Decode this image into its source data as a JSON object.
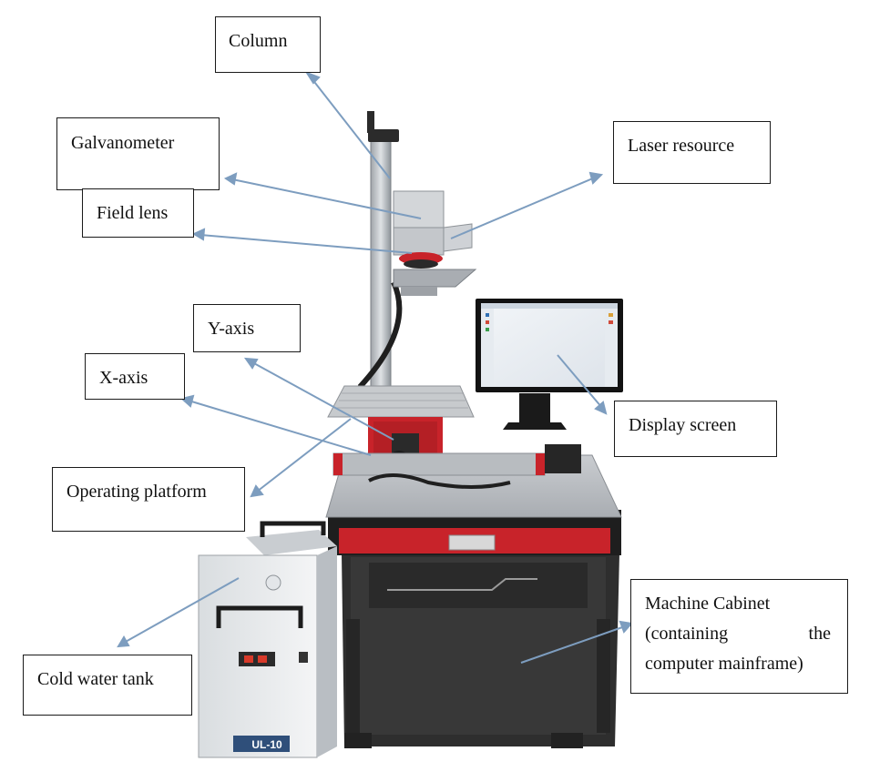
{
  "labels": {
    "column": "Column",
    "galvanometer": "Galvanometer",
    "field_lens": "Field lens",
    "laser_resource": "Laser resource",
    "y_axis": "Y-axis",
    "x_axis": "X-axis",
    "display_screen": "Display screen",
    "operating_platform": "Operating platform",
    "machine_cabinet_line1": "Machine Cabinet",
    "machine_cabinet_line2": "(containing the",
    "machine_cabinet_line3": "computer mainframe)",
    "cold_water_tank": "Cold water tank"
  },
  "machine_markings": {
    "chiller_model": "UL-10"
  },
  "colors": {
    "arrow": "#7d9dbf",
    "box_border": "#1a1a1a",
    "accent_red": "#c8232a",
    "frame_dark": "#2e2e2e",
    "steel": "#b8bcc0"
  }
}
